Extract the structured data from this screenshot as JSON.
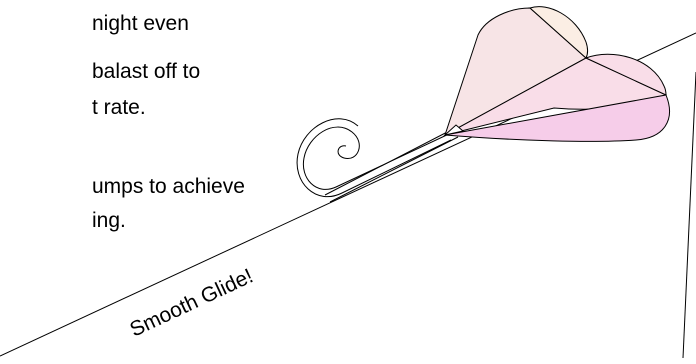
{
  "text_lines": [
    "night even",
    "balast off to",
    "t rate.",
    "umps to achieve",
    "ing."
  ],
  "annotation": "Smooth Glide!",
  "colors": {
    "heart_back_left": "#f7e4e6",
    "heart_back_right": "#fbeee4",
    "heart_front_left": "#f9dde8",
    "heart_front_right": "#f6cde9",
    "outline": "#000000"
  }
}
